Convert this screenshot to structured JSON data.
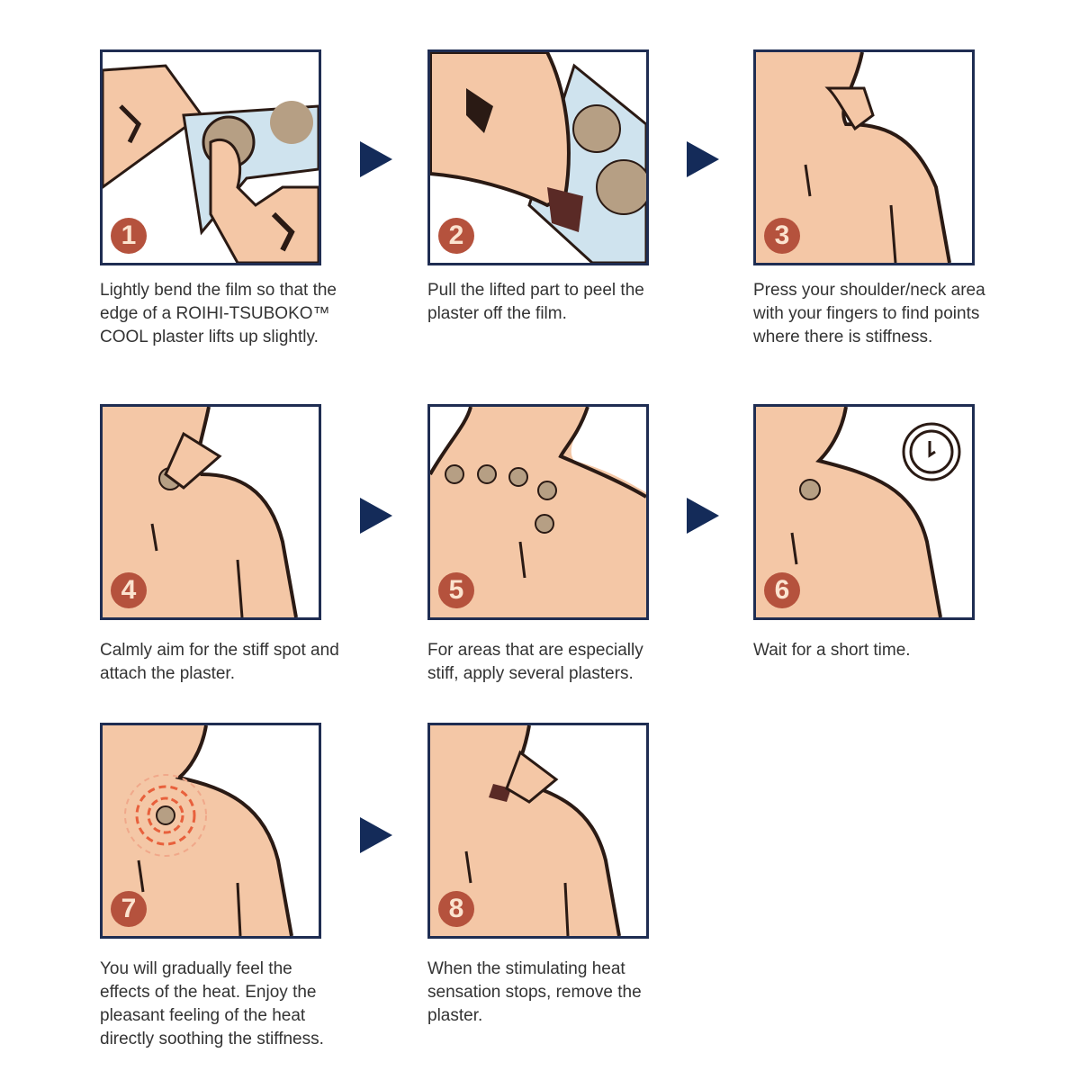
{
  "colors": {
    "border": "#1f2d52",
    "badge": "#b5523d",
    "skin": "#f4c7a6",
    "plaster": "#b69f84",
    "film": "#cfe3ee",
    "arrow": "#142b59",
    "heat": "#e8603c"
  },
  "steps": [
    {
      "number": "1",
      "icon": "hand-bending-film-illustration",
      "caption": "Lightly bend the film so that the edge of a ROIHI-TSUBOKO™ COOL plaster lifts up slightly."
    },
    {
      "number": "2",
      "icon": "hand-peeling-plaster-illustration",
      "caption": "Pull the lifted part to peel the plaster off the film."
    },
    {
      "number": "3",
      "icon": "hand-pressing-shoulder-illustration",
      "caption": "Press your shoulder/neck area with your fingers to find points where there is stiffness."
    },
    {
      "number": "4",
      "icon": "attach-plaster-illustration",
      "caption": "Calmly aim for the stiff spot and attach the plaster."
    },
    {
      "number": "5",
      "icon": "several-plasters-illustration",
      "caption": "For areas that are especially stiff, apply several plasters."
    },
    {
      "number": "6",
      "icon": "wait-clock-illustration",
      "caption": "Wait for a short time."
    },
    {
      "number": "7",
      "icon": "heat-rings-illustration",
      "caption": "You will gradually feel the effects of the heat. Enjoy the pleasant feeling of the heat directly soothing the stiffness."
    },
    {
      "number": "8",
      "icon": "remove-plaster-illustration",
      "caption": "When the stimulating heat sensation stops, remove the plaster."
    }
  ],
  "arrows": [
    "play-arrow-icon",
    "play-arrow-icon",
    "play-arrow-icon",
    "play-arrow-icon",
    "play-arrow-icon"
  ]
}
